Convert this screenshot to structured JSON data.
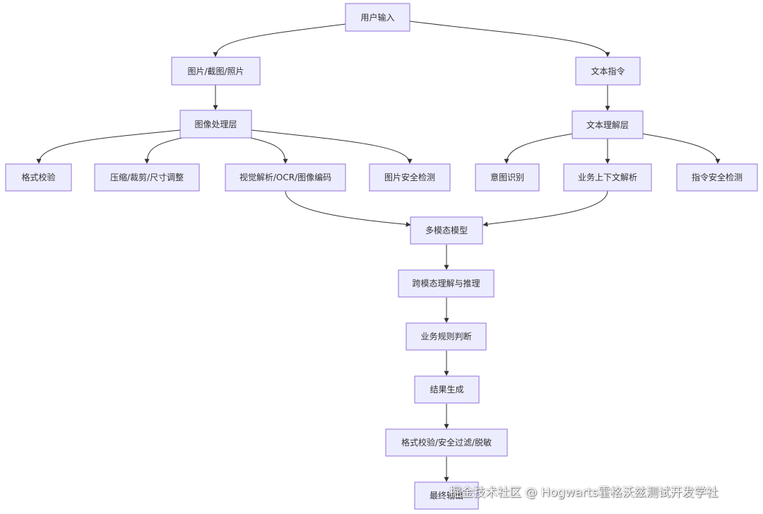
{
  "colors": {
    "node_fill": "#ECECFF",
    "node_stroke": "#9370DB",
    "edge": "#333333",
    "text": "#333333"
  },
  "nodes": {
    "user_input": "用户输入",
    "image_input": "图片/截图/照片",
    "text_command": "文本指令",
    "image_layer": "图像处理层",
    "text_layer": "文本理解层",
    "format_check": "格式校验",
    "compress": "压缩/裁剪/尺寸调整",
    "vision": "视觉解析/OCR/图像编码",
    "image_safety": "图片安全检测",
    "intent": "意图识别",
    "context": "业务上下文解析",
    "cmd_safety": "指令安全检测",
    "multimodal": "多模态模型",
    "reasoning": "跨模态理解与推理",
    "rules": "业务规则判断",
    "result": "结果生成",
    "post_check": "格式校验/安全过滤/脱敏",
    "final": "最终输出"
  },
  "watermark": "掘金技术社区 @ Hogwarts霍格沃兹测试开发学社"
}
